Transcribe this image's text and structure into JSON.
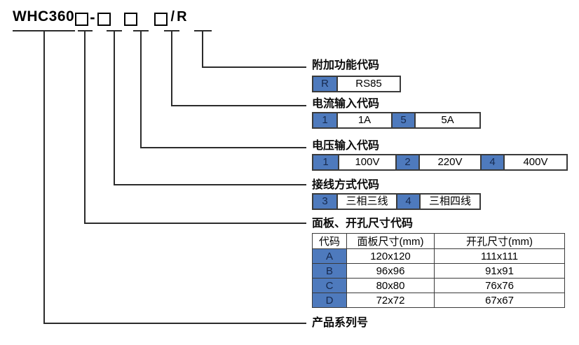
{
  "model": {
    "prefix": "WHC360",
    "dash": "-",
    "slash": "/",
    "suffix": "R"
  },
  "sections": [
    {
      "label": "附加功能代码",
      "options": [
        {
          "code": "R",
          "value": "RS85"
        }
      ]
    },
    {
      "label": "电流输入代码",
      "options": [
        {
          "code": "1",
          "value": "1A"
        },
        {
          "code": "5",
          "value": "5A"
        }
      ]
    },
    {
      "label": "电压输入代码",
      "options": [
        {
          "code": "1",
          "value": "100V"
        },
        {
          "code": "2",
          "value": "220V"
        },
        {
          "code": "4",
          "value": "400V"
        }
      ]
    },
    {
      "label": "接线方式代码",
      "options": [
        {
          "code": "3",
          "value": "三相三线"
        },
        {
          "code": "4",
          "value": "三相四线"
        }
      ]
    },
    {
      "label": "面板、开孔尺寸代码",
      "table": {
        "headers": [
          "代码",
          "面板尺寸(mm)",
          "开孔尺寸(mm)"
        ],
        "rows": [
          [
            "A",
            "120x120",
            "111x111"
          ],
          [
            "B",
            "96x96",
            "91x91"
          ],
          [
            "C",
            "80x80",
            "76x76"
          ],
          [
            "D",
            "72x72",
            "67x67"
          ]
        ]
      }
    },
    {
      "label": "产品系列号"
    }
  ],
  "colors": {
    "code_cell_bg": "#4e7abd",
    "code_cell_text": "#16294e",
    "line": "#2b2b2b",
    "table_border": "#3a3a3a",
    "background": "#ffffff",
    "text": "#000000"
  }
}
